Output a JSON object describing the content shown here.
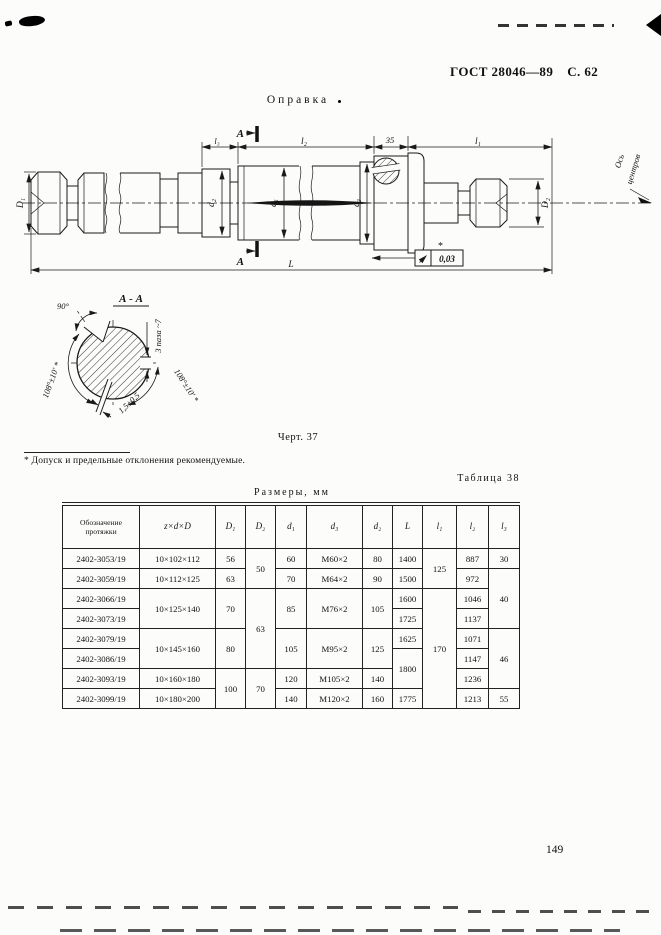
{
  "page": {
    "gost_header": "ГОСТ 28046—89",
    "sheet_number": "С. 62",
    "figure_caption": "Черт. 37",
    "footnote": "* Допуск и предельные отклонения рекомендуемые.",
    "table_caption": "Таблица 38",
    "units_caption": "Размеры,  мм",
    "page_number": "149"
  },
  "drawing": {
    "title": "Оправка",
    "section_marker": "А",
    "dims": {
      "D1": "D₁",
      "d2": "d₂",
      "d1": "d₁",
      "d3": "d₃",
      "D2": "D₂",
      "l3": "l₃",
      "l2": "l₂",
      "l1": "l₁",
      "len35": "35",
      "L": "L",
      "runout": "0,03",
      "runout_note": "*",
      "axis_line1": "Ось",
      "axis_line2": "центров"
    },
    "section": {
      "title": "А - А",
      "angle90": "90°",
      "slots_note": "3 паза ~7",
      "angle_left": "108°±10′ *",
      "angle_right": "108°±10′ *",
      "slot_width": "1,5±0,5"
    }
  },
  "table": {
    "header": [
      "Обозначение протяжки",
      "z×d×D",
      "D₁",
      "D₂",
      "d₁",
      "d₃",
      "d₂",
      "L",
      "l₁",
      "l₂",
      "l₃"
    ],
    "rows": [
      [
        "2402-3053/19",
        "10×102×112",
        "56",
        "50",
        "60",
        "М60×2",
        "80",
        "1400",
        "125",
        "887",
        "30"
      ],
      [
        "2402-3059/19",
        "10×112×125",
        "63",
        "70",
        "М64×2",
        "90",
        "1500",
        "972",
        "40"
      ],
      [
        "2402-3066/19",
        "10×125×140",
        "70",
        "63",
        "85",
        "М76×2",
        "105",
        "1600",
        "170",
        "1046"
      ],
      [
        "2402-3073/19",
        "1725",
        "1137"
      ],
      [
        "2402-3079/19",
        "10×145×160",
        "80",
        "105",
        "М95×2",
        "125",
        "1625",
        "1071",
        "46"
      ],
      [
        "2402-3086/19",
        "1800",
        "1147"
      ],
      [
        "2402-3093/19",
        "10×160×180",
        "100",
        "70",
        "120",
        "М105×2",
        "140",
        "1236"
      ],
      [
        "2402-3099/19",
        "10×180×200",
        "140",
        "М120×2",
        "160",
        "1775",
        "1213",
        "55"
      ]
    ]
  }
}
